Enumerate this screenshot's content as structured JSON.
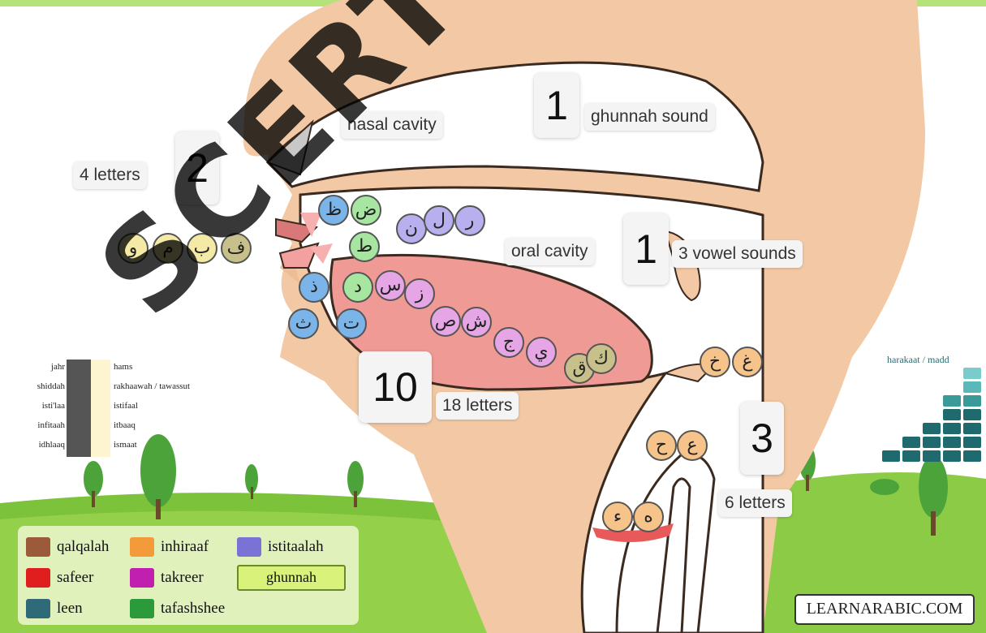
{
  "regions": {
    "nasal_cavity": "nasal cavity",
    "oral_cavity": "oral cavity"
  },
  "groups": [
    {
      "id": "nasal",
      "count": "1",
      "desc": "ghunnah sound"
    },
    {
      "id": "lips",
      "count": "2",
      "desc": "4 letters"
    },
    {
      "id": "oral",
      "count": "1",
      "desc": "3 vowel sounds"
    },
    {
      "id": "tongue",
      "count": "10",
      "desc": "18 letters"
    },
    {
      "id": "throat",
      "count": "3",
      "desc": "6 letters"
    }
  ],
  "letters": {
    "lips": [
      "و",
      "م",
      "ب",
      "ف"
    ],
    "tongue_tip": [
      "ظ",
      "ض",
      "ن",
      "ل",
      "ر",
      "ط",
      "ذ",
      "د",
      "س",
      "ز",
      "ص",
      "ش",
      "ج",
      "ي",
      "ث",
      "ت",
      "ق",
      "ك"
    ],
    "throat": [
      "غ",
      "خ",
      "ع",
      "ح",
      "ه",
      "ء"
    ]
  },
  "binary_pairs": [
    {
      "left": "jahr",
      "right": "hams"
    },
    {
      "left": "shiddah",
      "right": "rakhaawah / tawassut"
    },
    {
      "left": "isti'laa",
      "right": "istifaal"
    },
    {
      "left": "infitaah",
      "right": "itbaaq"
    },
    {
      "left": "idhlaaq",
      "right": "ismaat"
    }
  ],
  "legend": [
    {
      "label": "qalqalah",
      "color": "#9b5a3a"
    },
    {
      "label": "inhiraaf",
      "color": "#f39a3a"
    },
    {
      "label": "istitaalah",
      "color": "#7b72d6"
    },
    {
      "label": "safeer",
      "color": "#e01e1e"
    },
    {
      "label": "takreer",
      "color": "#c01fb0"
    },
    {
      "label": "ghunnah",
      "color": "#d8f27a"
    },
    {
      "label": "leen",
      "color": "#2f6a78"
    },
    {
      "label": "tafashshee",
      "color": "#2a9a3a"
    }
  ],
  "harakaat_label": "harakaat / madd",
  "brand": "LEARNARABIC.COM",
  "watermark": "SCERT TE"
}
